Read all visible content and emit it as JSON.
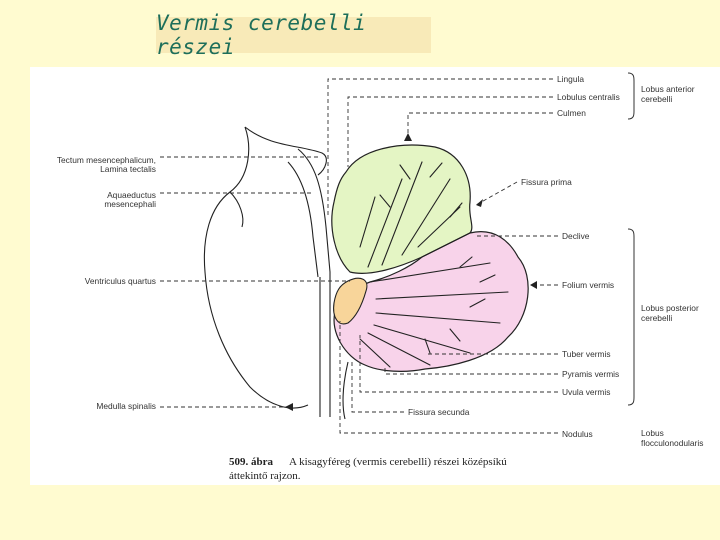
{
  "title": "Vermis cerebelli részei",
  "left_labels": {
    "tectum_1": "Tectum mesencephalicum,",
    "tectum_2": "Lamina tectalis",
    "aquaeductus_1": "Aquaeductus",
    "aquaeductus_2": "mesencephali",
    "ventriculus": "Ventriculus quartus",
    "medulla": "Medulla spinalis"
  },
  "right_labels": {
    "lingula": "Lingula",
    "lobulus_centralis": "Lobulus centralis",
    "culmen": "Culmen",
    "fissura_prima": "Fissura prima",
    "declive": "Declive",
    "folium": "Folium vermis",
    "tuber": "Tuber vermis",
    "pyramis": "Pyramis vermis",
    "uvula": "Uvula vermis",
    "fissura_secunda": "Fissura secunda",
    "nodulus": "Nodulus"
  },
  "group_labels": {
    "anterior_1": "Lobus anterior",
    "anterior_2": "cerebelli",
    "posterior_1": "Lobus posterior",
    "posterior_2": "cerebelli",
    "flocculo_1": "Lobus",
    "flocculo_2": "flocculonodularis"
  },
  "caption": {
    "number": "509. ábra",
    "line1": "A kisagyféreg (vermis cerebelli) részei középsíkú",
    "line2": "áttekintő rajzon."
  },
  "colors": {
    "anterior_lobe": "#e4f5c4",
    "posterior_lobe": "#f8d3ea",
    "nodulus": "#f8d59a",
    "title_text": "#1d6e5a",
    "title_box": "#f8eab8",
    "background": "#fffbd0"
  }
}
